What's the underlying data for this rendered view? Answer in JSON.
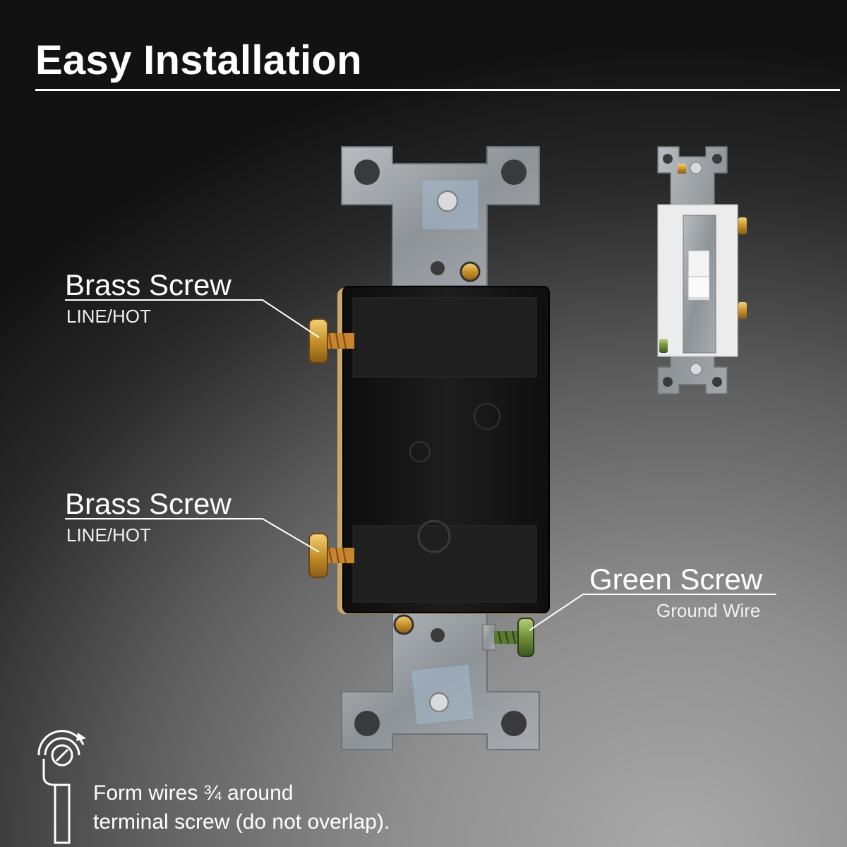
{
  "title": "Easy Installation",
  "callouts": {
    "brass_top": {
      "label": "Brass Screw",
      "sub": "LINE/HOT"
    },
    "brass_bottom": {
      "label": "Brass Screw",
      "sub": "LINE/HOT"
    },
    "green": {
      "label": "Green Screw",
      "sub": "Ground Wire"
    }
  },
  "note": {
    "line1": "Form wires ¾ around",
    "line2": "terminal screw (do not overlap)."
  },
  "icons": [
    "wire-wrap-icon"
  ],
  "colors": {
    "brass": "#d4a53a",
    "green_screw": "#6f8f3a",
    "strap": "#9aa0a6",
    "body": "#161616"
  }
}
